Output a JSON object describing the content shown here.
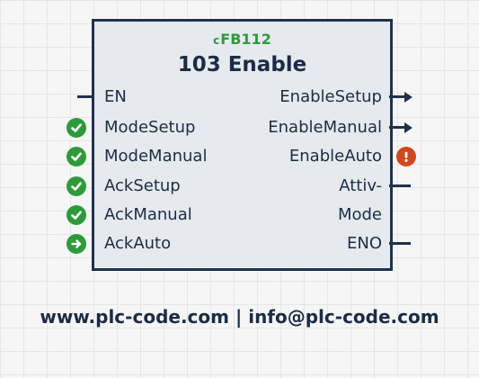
{
  "block": {
    "number_icon": "wire-glyph-icon",
    "number": "FB112",
    "title": "103 Enable"
  },
  "inputs": [
    {
      "label": "EN",
      "status": "none",
      "icon": "wire-stub"
    },
    {
      "label": "ModeSetup",
      "status": "ok",
      "icon": "check-circle-icon"
    },
    {
      "label": "ModeManual",
      "status": "ok",
      "icon": "check-circle-icon"
    },
    {
      "label": "AckSetup",
      "status": "ok",
      "icon": "check-circle-icon"
    },
    {
      "label": "AckManual",
      "status": "ok",
      "icon": "check-circle-icon"
    },
    {
      "label": "AckAuto",
      "status": "ok",
      "icon": "arrow-right-circle-icon"
    }
  ],
  "outputs": [
    {
      "label": "EnableSetup",
      "connector": "arrow-right-icon"
    },
    {
      "label": "EnableManual",
      "connector": "arrow-right-icon"
    },
    {
      "label": "EnableAuto",
      "connector": "exclamation-circle-icon",
      "status": "warning"
    },
    {
      "label": "Attiv-",
      "connector": "wire-stub"
    },
    {
      "label": "Mode",
      "connector": "none"
    },
    {
      "label": "ENO",
      "connector": "wire-stub"
    }
  ],
  "footer": {
    "text": "www.plc-code.com | info@plc-code.com"
  },
  "colors": {
    "ok": "#2e9a3a",
    "warning": "#d1481f",
    "ink": "#20314c",
    "block_fill": "#e6eaee"
  }
}
